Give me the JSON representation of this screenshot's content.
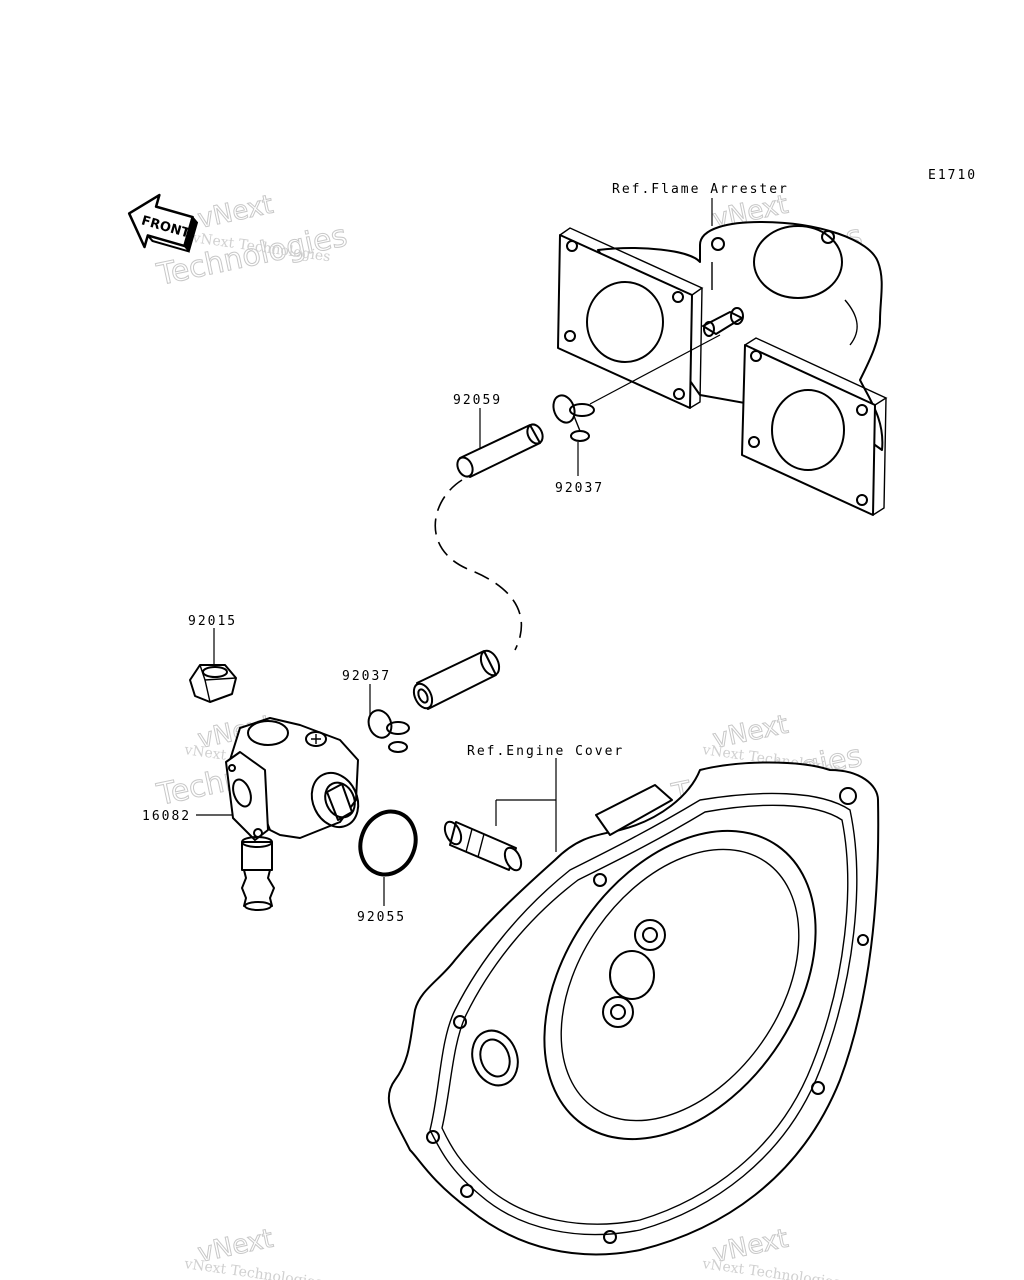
{
  "diagram": {
    "code": "E1710",
    "front_label": "FRONT",
    "refs": {
      "flame_arrester": "Ref.Flame Arrester",
      "engine_cover": "Ref.Engine Cover"
    },
    "parts": {
      "p92059": "92059",
      "p92037_top": "92037",
      "p92015": "92015",
      "p92037_mid": "92037",
      "p16082": "16082",
      "p92055": "92055"
    },
    "watermark": {
      "line1": "vNext",
      "line2": "Technologies",
      "small": "vNext Technologies"
    }
  }
}
